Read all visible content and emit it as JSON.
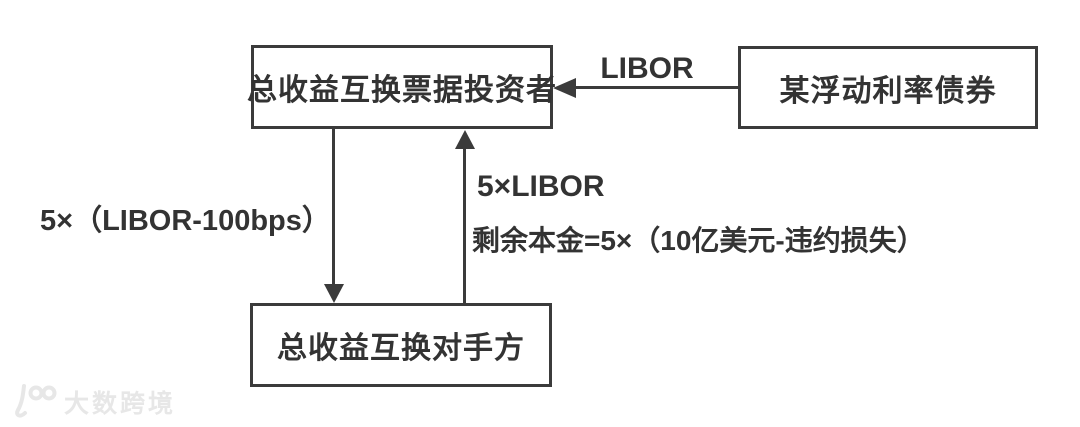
{
  "diagram": {
    "title_hint": "total-return-swap-structure",
    "nodes": [
      {
        "id": "investor",
        "label": "总收益互换票据投资者"
      },
      {
        "id": "bond",
        "label": "某浮动利率债券"
      },
      {
        "id": "counterparty",
        "label": "总收益互换对手方"
      }
    ],
    "edges": [
      {
        "id": "libor-flow",
        "from": "bond",
        "to": "investor",
        "label": "LIBOR"
      },
      {
        "id": "pay-flow",
        "from": "investor",
        "to": "counterparty",
        "label": "5×（LIBOR-100bps）"
      },
      {
        "id": "receive-flow",
        "from": "counterparty",
        "to": "investor",
        "label_line1": "5×LIBOR",
        "label_line2": "剩余本金=5×（10亿美元-违约损失）"
      }
    ],
    "colors": {
      "line": "#3b3b3b",
      "text": "#333333",
      "background": "#ffffff",
      "watermark": "#e7e7e7"
    }
  },
  "watermark": {
    "text": "大数跨境"
  }
}
